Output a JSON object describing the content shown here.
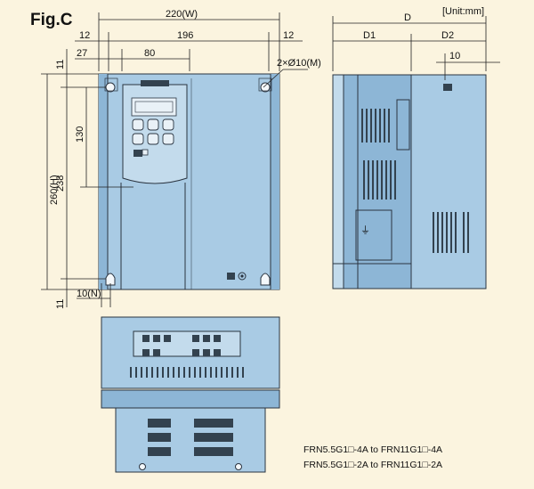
{
  "figure": {
    "title": "Fig.C",
    "unit": "[Unit:mm]"
  },
  "dims": {
    "width": "220(W)",
    "w196": "196",
    "w12a": "12",
    "w12b": "12",
    "w27": "27",
    "w80": "80",
    "holes": "2×Ø10(M)",
    "height": "260(H)",
    "h238": "238",
    "h130": "130",
    "h11a": "11",
    "h11b": "11",
    "n10": "10(N)",
    "depth": "D",
    "d1": "D1",
    "d2": "D2",
    "d10": "10"
  },
  "models": [
    "FRN5.5G1□-4A to FRN11G1□-4A",
    "FRN5.5G1□-2A to FRN11G1□-2A"
  ],
  "colors": {
    "background": "#fbf4df",
    "body": "#a9cbe4",
    "outline": "#2a3440"
  }
}
